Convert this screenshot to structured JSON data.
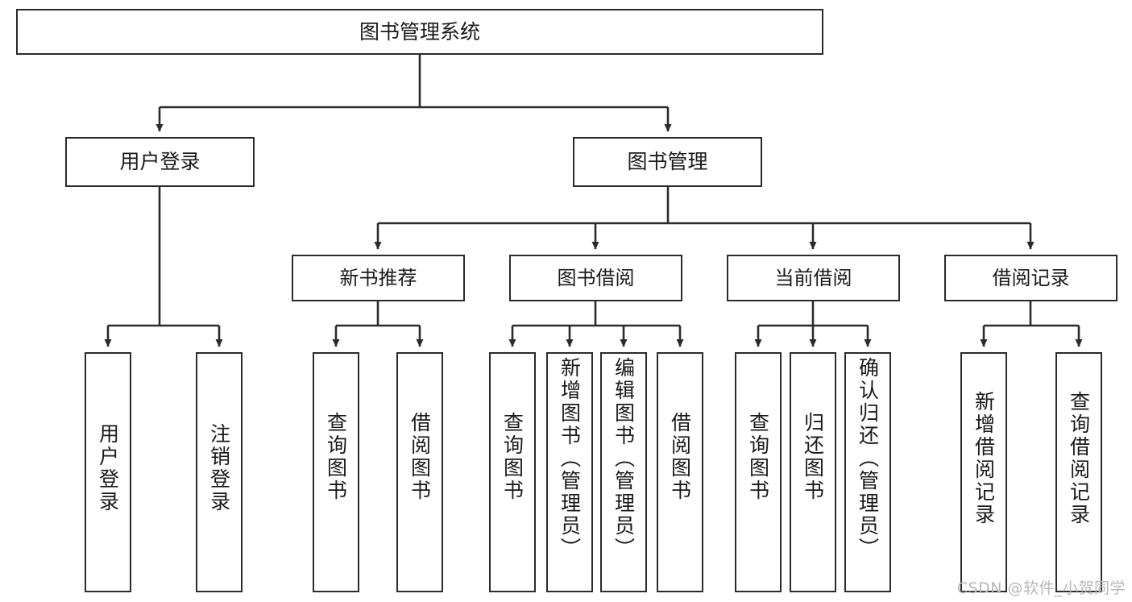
{
  "diagram": {
    "type": "hierarchy-tree",
    "title": "图书管理系统",
    "orientation": "top-down",
    "colors": {
      "box_stroke": "#2b2b2b",
      "box_fill": "#ffffff",
      "connector": "#2b2b2b",
      "text": "#1a1a1a",
      "watermark": "#b8b8b8",
      "background": "#ffffff"
    },
    "root": {
      "label": "图书管理系统"
    },
    "level2": [
      {
        "label": "用户登录"
      },
      {
        "label": "图书管理"
      }
    ],
    "level3": [
      {
        "label": "新书推荐"
      },
      {
        "label": "图书借阅"
      },
      {
        "label": "当前借阅"
      },
      {
        "label": "借阅记录"
      }
    ],
    "leaves": [
      {
        "label": "用户登录",
        "parent": "用户登录"
      },
      {
        "label": "注销登录",
        "parent": "用户登录"
      },
      {
        "label": "查询图书",
        "parent": "新书推荐"
      },
      {
        "label": "借阅图书",
        "parent": "新书推荐"
      },
      {
        "label": "查询图书",
        "parent": "图书借阅"
      },
      {
        "label": "新增图书（管理员）",
        "parent": "图书借阅"
      },
      {
        "label": "编辑图书（管理员）",
        "parent": "图书借阅"
      },
      {
        "label": "借阅图书",
        "parent": "图书借阅"
      },
      {
        "label": "查询图书",
        "parent": "当前借阅"
      },
      {
        "label": "归还图书",
        "parent": "当前借阅"
      },
      {
        "label": "确认归还（管理员）",
        "parent": "当前借阅"
      },
      {
        "label": "新增借阅记录",
        "parent": "借阅记录"
      },
      {
        "label": "查询借阅记录",
        "parent": "借阅记录"
      }
    ],
    "watermark": "CSDN @软件_小贺同学"
  }
}
